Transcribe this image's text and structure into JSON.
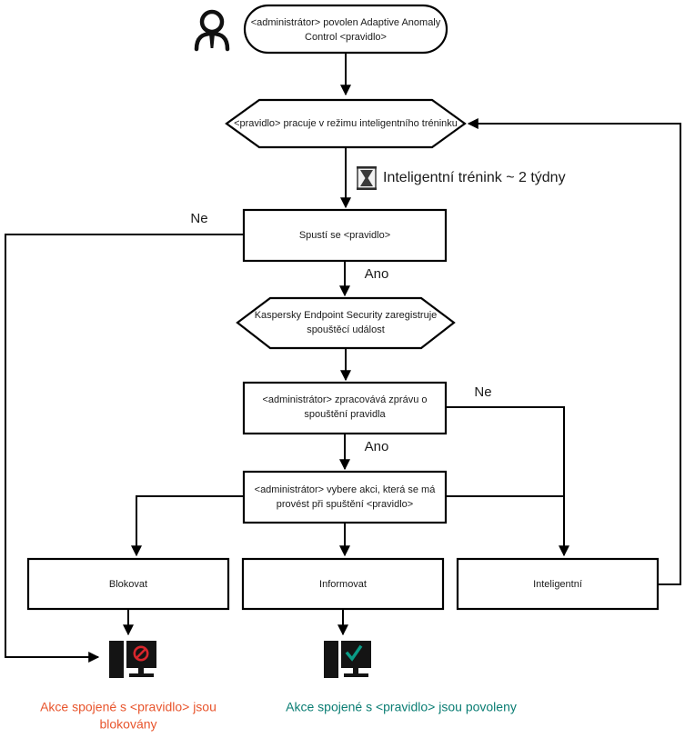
{
  "diagram": {
    "title": "Adaptive Anomaly Control rule workflow",
    "language": "cs",
    "nodes": {
      "start": {
        "label_line1": "<administrátor> povolen Adaptive Anomaly",
        "label_line2": "Control <pravidlo>",
        "shape": "rounded-terminator"
      },
      "smart_mode": {
        "label": "<pravidlo> pracuje v režimu inteligentního tréninku",
        "shape": "hexagon"
      },
      "rule_triggers": {
        "label": "Spustí se <pravidlo>",
        "shape": "rectangle"
      },
      "kes_registers": {
        "label_line1": "Kaspersky Endpoint Security zaregistruje",
        "label_line2": "spouštěcí událost",
        "shape": "hexagon"
      },
      "admin_processes": {
        "label_line1": "<administrátor> zpracovává zprávu o",
        "label_line2": "spouštění pravidla",
        "shape": "rectangle"
      },
      "admin_selects": {
        "label_line1": "<administrátor> vybere akci, která se má",
        "label_line2": "provést při spuštění <pravidlo>",
        "shape": "rectangle"
      },
      "action_block": {
        "label": "Blokovat",
        "shape": "rectangle"
      },
      "action_inform": {
        "label": "Informovat",
        "shape": "rectangle"
      },
      "action_smart": {
        "label": "Inteligentní",
        "shape": "rectangle"
      }
    },
    "edge_labels": {
      "no_rule_triggers": "Ne",
      "yes_rule_triggers": "Ano",
      "no_admin_processes": "Ne",
      "yes_admin_processes": "Ano"
    },
    "timer": {
      "icon": "hourglass-icon",
      "label": "Inteligentní trénink ~ 2 týdny"
    },
    "icons": {
      "actor": "user-actor-icon",
      "monitor_blocked": "monitor-blocked-icon",
      "monitor_allowed": "monitor-allowed-icon"
    },
    "captions": {
      "blocked_line1": "Akce spojené s <pravidlo> jsou",
      "blocked_line2": "blokovány",
      "allowed": "Akce spojené s <pravidlo> jsou povoleny"
    },
    "colors": {
      "blocked_text": "#e8552d",
      "allowed_text": "#0a7d73",
      "deny_mark": "#d8262c",
      "ok_mark": "#0a9b86",
      "stroke": "#000000",
      "background": "#ffffff"
    }
  }
}
